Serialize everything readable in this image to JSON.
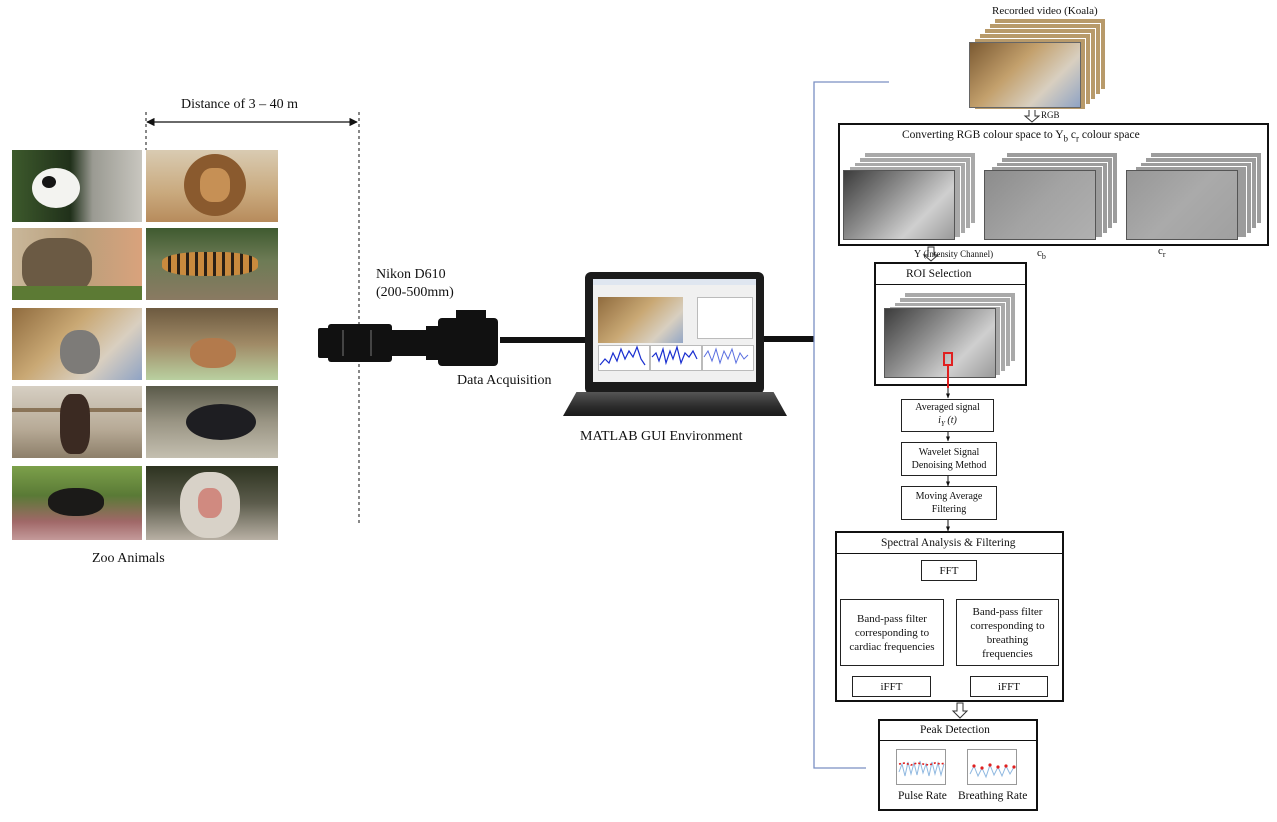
{
  "distance": {
    "label": "Distance of 3 – 40 m"
  },
  "zoo": {
    "label": "Zoo Animals"
  },
  "camera": {
    "model": "Nikon D610",
    "lens": "(200-500mm)",
    "acquisition": "Data Acquisition"
  },
  "laptop": {
    "label": "MATLAB GUI Environment"
  },
  "pipeline": {
    "recorded_video": "Recorded video (Koala)",
    "rgb": "RGB",
    "convert_title_pre": "Converting RGB colour space to Y",
    "convert_title_b": "b",
    "convert_title_c": " c",
    "convert_title_r": "r",
    "convert_title_post": "  colour  space",
    "channel_y": "Y",
    "channel_y_note": "(Intensity Channel)",
    "channel_cb": "c",
    "channel_cb_sub": "b",
    "channel_cr": "c",
    "channel_cr_sub": "r",
    "roi": "ROI Selection",
    "averaged": "Averaged signal",
    "averaged_formula": "i",
    "averaged_sub": "Y",
    "averaged_arg": " (t)",
    "wavelet": "Wavelet Signal Denoising Method",
    "moving_avg": "Moving Average Filtering",
    "spectral": "Spectral Analysis & Filtering",
    "fft": "FFT",
    "bp_cardiac": "Band-pass filter corresponding to cardiac frequencies",
    "bp_breathing": "Band-pass filter corresponding to breathing frequencies",
    "ifft": "iFFT",
    "peak": "Peak Detection",
    "pulse": "Pulse Rate",
    "breathing": "Breathing Rate"
  },
  "colors": {
    "line_blue": "#7a8fc2",
    "roi_red": "#e02020",
    "signal_blue": "#1a2fd0"
  }
}
